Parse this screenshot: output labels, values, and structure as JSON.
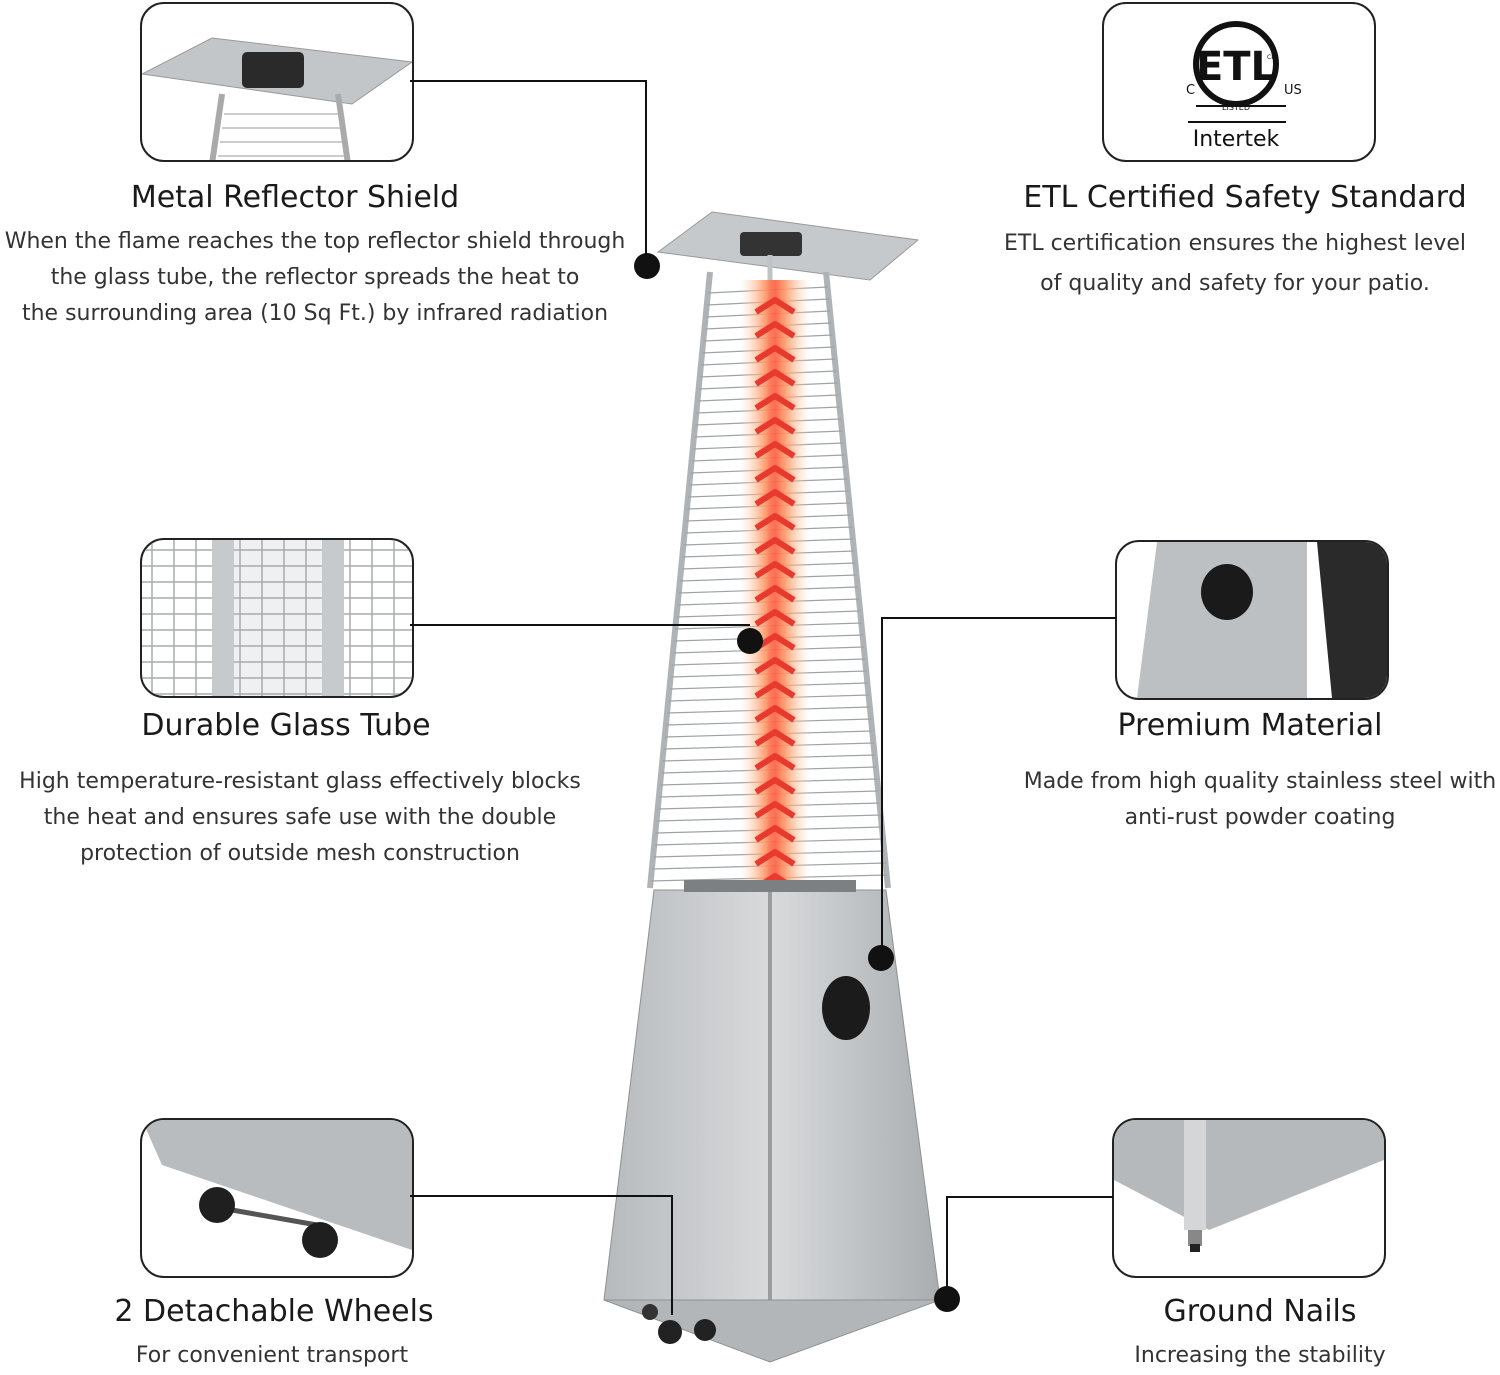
{
  "features": [
    {
      "title": "Metal Reflector Shield",
      "lines": [
        "When the flame reaches the top reflector shield through",
        "the glass tube, the reflector spreads the heat to",
        "the surrounding area (10 Sq Ft.) by infrared radiation"
      ]
    },
    {
      "title": "ETL Certified Safety Standard",
      "lines": [
        "ETL certification ensures the highest level",
        "of quality and safety for your patio."
      ]
    },
    {
      "title": "Durable Glass Tube",
      "lines": [
        "High temperature-resistant glass effectively blocks",
        "the heat and ensures safe use with the double",
        "protection of outside mesh construction"
      ]
    },
    {
      "title": "Premium Material",
      "lines": [
        "Made from high quality stainless steel with",
        "anti-rust powder coating"
      ]
    },
    {
      "title": "2 Detachable Wheels",
      "lines": [
        "For convenient transport"
      ]
    },
    {
      "title": "Ground Nails",
      "lines": [
        "Increasing the stability"
      ]
    }
  ],
  "etl_logo": {
    "mark": "ETL",
    "left": "C",
    "right": "US",
    "sub": "LISTED",
    "cm": "CM",
    "brand": "Intertek"
  },
  "colors": {
    "flame": "#e8392f",
    "steel": "#c9cccf",
    "line": "#111111"
  }
}
